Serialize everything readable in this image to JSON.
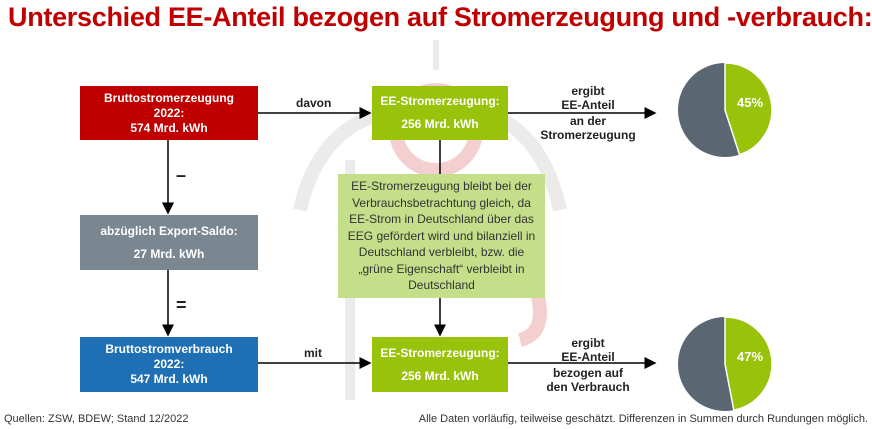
{
  "title": "Unterschied EE-Anteil bezogen auf Stromerzeugung und -verbrauch:",
  "boxes": {
    "erzeugung": {
      "l1": "Bruttostromerzeugung",
      "l2": "2022:",
      "l3": "574 Mrd. kWh"
    },
    "ee_top": {
      "l1": "EE-Stromerzeugung:",
      "l2": "256 Mrd. kWh"
    },
    "export": {
      "l1": "abzüglich Export-Saldo:",
      "l2": "27 Mrd. kWh"
    },
    "verbrauch": {
      "l1": "Bruttostromverbrauch",
      "l2": "2022:",
      "l3": "547 Mrd. kWh"
    },
    "ee_bottom": {
      "l1": "EE-Stromerzeugung:",
      "l2": "256 Mrd. kWh"
    }
  },
  "note": "EE-Stromerzeugung bleibt bei der Verbrauchsbetrachtung gleich, da EE-Strom in Deutschland über das EEG gefördert wird und bilanziell in Deutschland verbleibt, bzw. die „grüne Eigenschaft“ verbleibt in Deutschland",
  "labels": {
    "davon": "davon",
    "minus": "–",
    "equals": "=",
    "mit": "mit",
    "top_result": [
      "ergibt",
      "EE-Anteil",
      "an der",
      "Stromerzeugung"
    ],
    "bottom_result": [
      "ergibt",
      "EE-Anteil",
      "bezogen auf",
      "den Verbrauch"
    ]
  },
  "pies": [
    {
      "value": 45,
      "label": "45%"
    },
    {
      "value": 47,
      "label": "47%"
    }
  ],
  "colors": {
    "green": "#99c20a",
    "slate": "#5a6672"
  },
  "footer": {
    "left": "Quellen: ZSW, BDEW; Stand 12/2022",
    "right": "Alle Daten vorläufig, teilweise geschätzt. Differenzen in Summen durch Rundungen möglich."
  }
}
